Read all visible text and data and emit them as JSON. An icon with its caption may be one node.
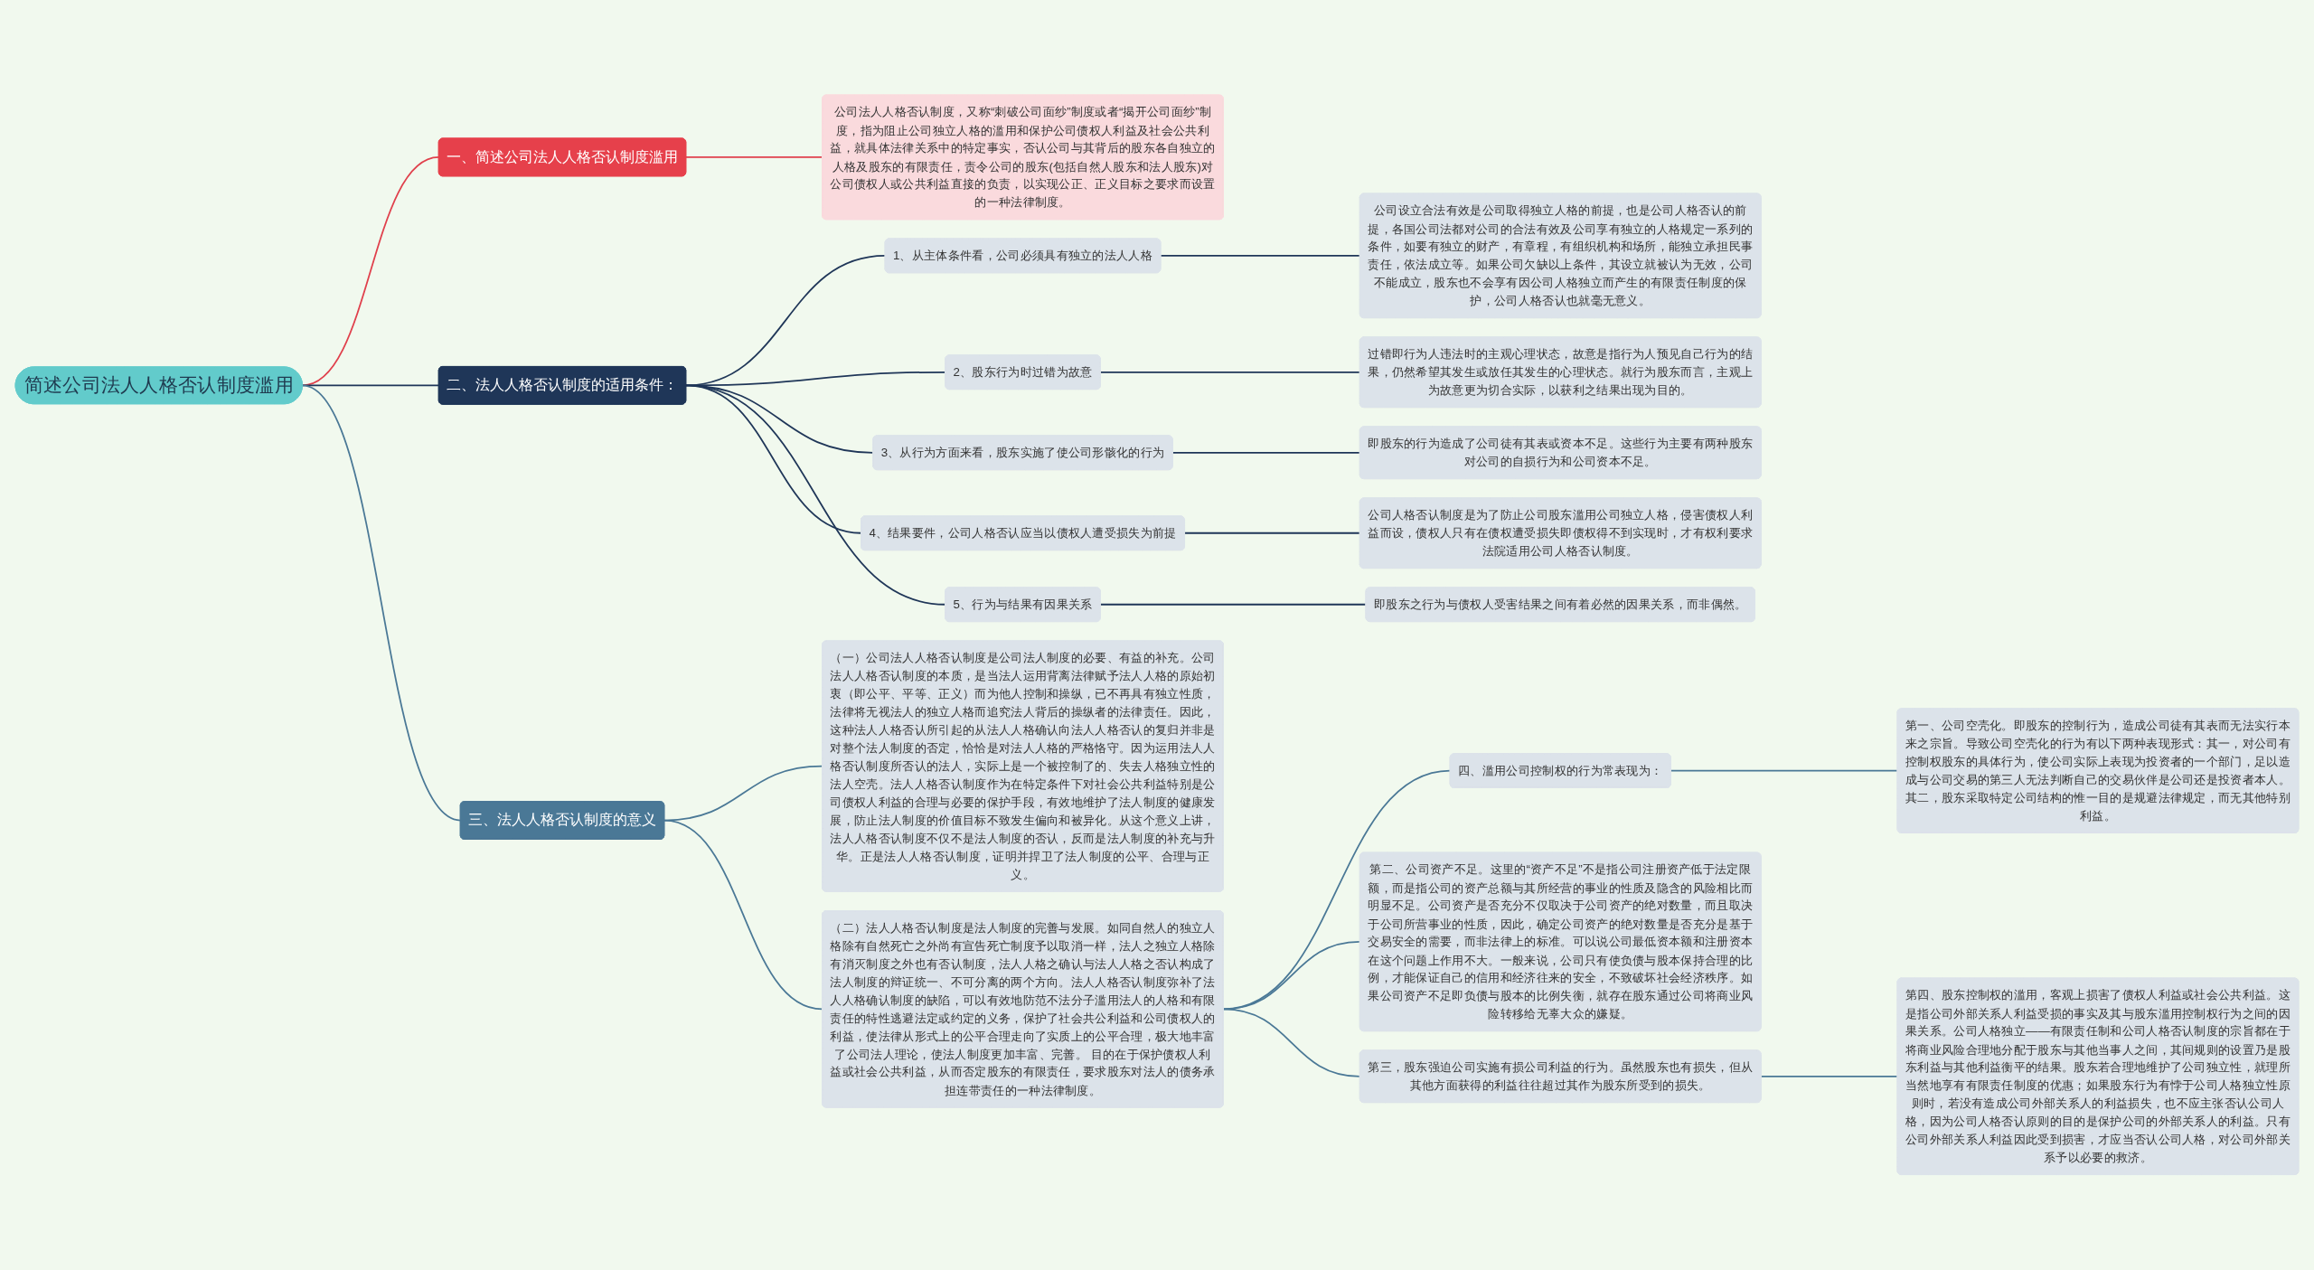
{
  "diagram": {
    "nodes": [
      {
        "text": [
          "简述公司法人人格否认制度滥用"
        ]
      },
      {
        "text": [
          "一、简述公司法人人格否认制度滥用"
        ]
      },
      {
        "text": [
          "公司法人人格否认制度，又称“刺破公司面纱”制度或者“揭开公司面纱”制度，指为阻止公司独立人格的滥用和保护公司债权人利益及社会公共利益，就具体法律关系中的特定事实，否认公司与其背后的股东各自独立的人格及股东的有限责任，责令公司的股东(包括自然人股东和法人股东)对公司债权人或公共利益直接的负责，以实现公正、正义目标之要求而设置的一种法律制度。"
        ]
      },
      {
        "text": [
          "二、法人人格否认制度的适用条件："
        ]
      },
      {
        "text": [
          "1、从主体条件看，公司必须具有独立的法人人格"
        ]
      },
      {
        "text": [
          "公司设立合法有效是公司取得独立人格的前提，也是公司人格否认的前提，各国公司法都对公司的合法有效及公司享有独立的人格规定一系列的条件，如要有独立的财产，有章程，有组织机构和场所，能独立承担民事责任，依法成立等。如果公司欠缺以上条件，其设立就被认为无效，公司不能成立，股东也不会享有因公司人格独立而产生的有限责任制度的保护，公司人格否认也就毫无意义。"
        ]
      },
      {
        "text": [
          "2、股东行为时过错为故意"
        ]
      },
      {
        "text": [
          "过错即行为人违法时的主观心理状态，故意是指行为人预见自己行为的结果，仍然希望其发生或放任其发生的心理状态。就行为股东而言，主观上为故意更为切合实际，以获利之结果出现为目的。"
        ]
      },
      {
        "text": [
          "3、从行为方面来看，股东实施了使公司形骸化的行为"
        ]
      },
      {
        "text": [
          "即股东的行为造成了公司徒有其表或资本不足。这些行为主要有两种股东对公司的自损行为和公司资本不足。"
        ]
      },
      {
        "text": [
          "4、结果要件，公司人格否认应当以债权人遭受损失为前提"
        ]
      },
      {
        "text": [
          "公司人格否认制度是为了防止公司股东滥用公司独立人格，侵害债权人利益而设，债权人只有在债权遭受损失即债权得不到实现时，才有权利要求法院适用公司人格否认制度。"
        ]
      },
      {
        "text": [
          "5、行为与结果有因果关系"
        ]
      },
      {
        "text": [
          "即股东之行为与债权人受害结果之间有着必然的因果关系，而非偶然。"
        ]
      },
      {
        "text": [
          "三、法人人格否认制度的意义"
        ]
      },
      {
        "text": [
          "（一）公司法人人格否认制度是公司法人制度的必要、有益的补充。公司法人人格否认制度的本质，是当法人运用背离法律赋予法人人格的原始初衷（即公平、平等、正义）而为他人控制和操纵，已不再具有独立性质，法律将无视法人的独立人格而追究法人背后的操纵者的法律责任。因此，这种法人人格否认所引起的从法人人格确认向法人人格否认的复归并非是对整个法人制度的否定，恰恰是对法人人格的严格恪守。因为运用法人人格否认制度所否认的法人，实际上是一个被控制了的、失去人格独立性的法人空壳。法人人格否认制度作为在特定条件下对社会公共利益特别是公司债权人利益的合理与必要的保护手段，有效地维护了法人制度的健康发展，防止法人制度的价值目标不致发生偏向和被异化。从这个意义上讲，法人人格否认制度不仅不是法人制度的否认，反而是法人制度的补充与升华。正是法人人格否认制度，证明并捍卫了法人制度的公平、合理与正义。"
        ]
      },
      {
        "text": [
          "（二）法人人格否认制度是法人制度的完善与发展。如同自然人的独立人格除有自然死亡之外尚有宣告死亡制度予以取消一样，法人之独立人格除有消灭制度之外也有否认制度，法人人格之确认与法人人格之否认构成了法人制度的辩证统一、不可分离的两个方向。法人人格否认制度弥补了法人人格确认制度的缺陷，可以有效地防范不法分子滥用法人的人格和有限责任的特性逃避法定或约定的义务，保护了社会共公利益和公司债权人的利益，使法律从形式上的公平合理走向了实质上的公平合理，极大地丰富了公司法人理论，使法人制度更加丰富、完善。 目的在于保护债权人利益或社会公共利益，从而否定股东的有限责任，要求股东对法人的债务承担连带责任的一种法律制度。"
        ]
      },
      {
        "text": [
          "四、滥用公司控制权的行为常表现为："
        ]
      },
      {
        "text": [
          "第一、公司空壳化。即股东的控制行为，造成公司徒有其表而无法实行本来之宗旨。导致公司空壳化的行为有以下两种表现形式：其一，对公司有控制权股东的具体行为，使公司实际上表现为投资者的一个部门，足以造成与公司交易的第三人无法判断自己的交易伙伴是公司还是投资者本人。其二，股东采取特定公司结构的惟一目的是规避法律规定，而无其他特别利益。"
        ]
      },
      {
        "text": [
          "第二、公司资产不足。这里的“资产不足”不是指公司注册资产低于法定限额，而是指公司的资产总额与其所经营的事业的性质及隐含的风险相比而明显不足。公司资产是否充分不仅取决于公司资产的绝对数量，而且取决于公司所营事业的性质，因此，确定公司资产的绝对数量是否充分是基于交易安全的需要，而非法律上的标准。可以说公司最低资本额和注册资本在这个问题上作用不大。一般来说，公司只有使负债与股本保持合理的比例，才能保证自己的信用和经济往来的安全，不致破坏社会经济秩序。如果公司资产不足即负债与股本的比例失衡，就存在股东通过公司将商业风险转移给无辜大众的嫌疑。"
        ]
      },
      {
        "text": [
          "第三，股东强迫公司实施有损公司利益的行为。虽然股东也有损失，但从其他方面获得的利益往往超过其作为股东所受到的损失。"
        ]
      },
      {
        "text": [
          "第四、股东控制权的滥用，客观上损害了债权人利益或社会公共利益。这是指公司外部关系人利益受损的事实及其与股东滥用控制权行为之间的因果关系。公司人格独立——有限责任制和公司人格否认制度的宗旨都在于将商业风险合理地分配于股东与其他当事人之间，其间规则的设置乃是股东利益与其他利益衡平的结果。股东若合理地维护了公司独立性，就理所当然地享有有限责任制度的优惠；如果股东行为有悖于公司人格独立性原则时，若没有造成公司外部关系人的利益损失，也不应主张否认公司人格，因为公司人格否认原则的目的是保护公司的外部关系人的利益。只有公司外部关系人利益因此受到损害，才应当否认公司人格，对公司外部关系予以必要的救济。"
        ]
      }
    ],
    "edges": [
      {
        "from": 0,
        "to": 1,
        "arrow": "none",
        "color": "#e0404c"
      },
      {
        "from": 1,
        "to": 2,
        "arrow": "none",
        "color": "#e0404c"
      },
      {
        "from": 0,
        "to": 3,
        "arrow": "none"
      },
      {
        "from": 3,
        "to": 4,
        "arrow": "none"
      },
      {
        "from": 4,
        "to": 5,
        "arrow": "none"
      },
      {
        "from": 3,
        "to": 6,
        "arrow": "none"
      },
      {
        "from": 6,
        "to": 7,
        "arrow": "none"
      },
      {
        "from": 3,
        "to": 8,
        "arrow": "none"
      },
      {
        "from": 8,
        "to": 9,
        "arrow": "none"
      },
      {
        "from": 3,
        "to": 10,
        "arrow": "none"
      },
      {
        "from": 10,
        "to": 11,
        "arrow": "none"
      },
      {
        "from": 3,
        "to": 12,
        "arrow": "none"
      },
      {
        "from": 12,
        "to": 13,
        "arrow": "none"
      },
      {
        "from": 0,
        "to": 14,
        "arrow": "none",
        "color": "#4a7896"
      },
      {
        "from": 14,
        "to": 15,
        "arrow": "none",
        "color": "#4a7896"
      },
      {
        "from": 14,
        "to": 16,
        "arrow": "none",
        "color": "#4a7896"
      },
      {
        "from": 16,
        "to": 17,
        "arrow": "none",
        "color": "#4a7896"
      },
      {
        "from": 17,
        "to": 18,
        "arrow": "none",
        "color": "#4a7896"
      },
      {
        "from": 16,
        "to": 19,
        "arrow": "none",
        "color": "#4a7896"
      },
      {
        "from": 16,
        "to": 20,
        "arrow": "none",
        "color": "#4a7896"
      },
      {
        "from": 20,
        "to": 21,
        "arrow": "none",
        "color": "#4a7896"
      }
    ]
  }
}
